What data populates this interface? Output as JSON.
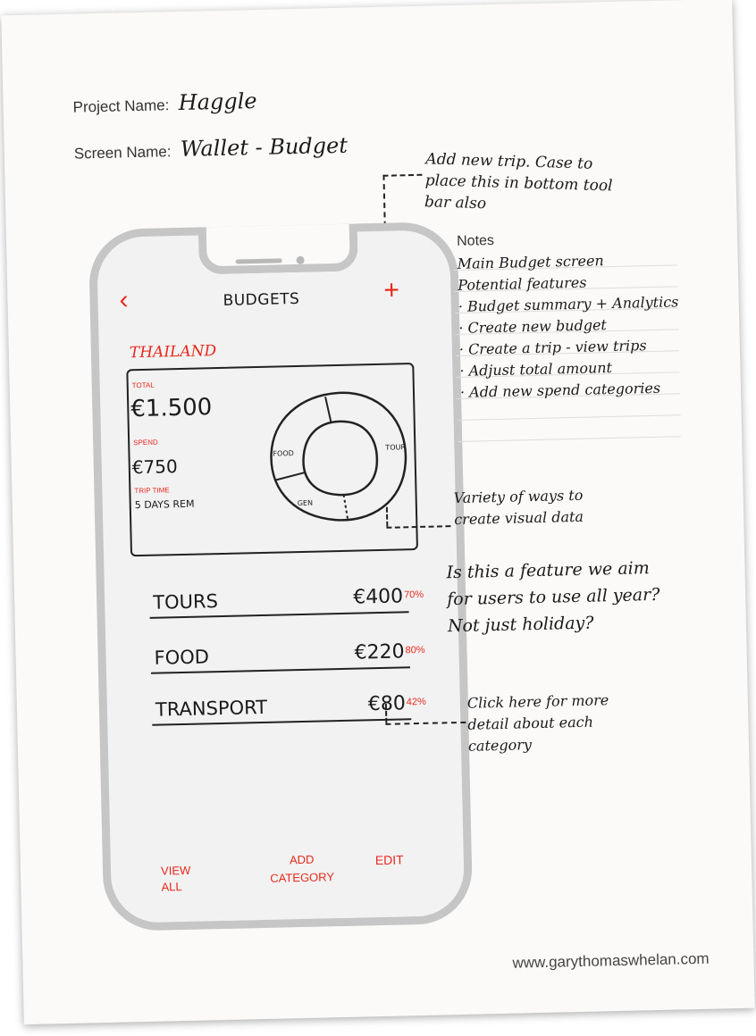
{
  "project": {
    "name_label": "Project Name:",
    "name_value": "Haggle"
  },
  "screen": {
    "name_label": "Screen Name:",
    "name_value": "Wallet - Budget"
  },
  "header": {
    "back_icon": "chevron-left-icon",
    "title": "BUDGETS",
    "add_icon": "plus-icon"
  },
  "trip": {
    "title": "THAILAND",
    "total_label": "TOTAL",
    "total_value": "€1.500",
    "spend_label": "SPEND",
    "spend_value": "€750",
    "trip_time_label": "TRIP TIME",
    "trip_time_value": "5 DAYS REM"
  },
  "donut": {
    "segments": [
      "FOOD",
      "TOUR",
      "GEN"
    ]
  },
  "categories": [
    {
      "name": "TOURS",
      "amount": "€400",
      "percent": "70%"
    },
    {
      "name": "FOOD",
      "amount": "€220",
      "percent": "80%"
    },
    {
      "name": "TRANSPORT",
      "amount": "€80",
      "percent": "42%"
    }
  ],
  "toolbar": {
    "view_all_line1": "VIEW",
    "view_all_line2": "ALL",
    "add_line1": "ADD",
    "add_line2": "CATEGORY",
    "edit": "EDIT"
  },
  "annotations": {
    "add_trip": [
      "Add new trip. Case to",
      "place this in bottom tool",
      "bar also"
    ],
    "visual_data": [
      "Variety of ways to",
      "create visual data"
    ],
    "feature_question": [
      "Is this a feature we aim",
      "for users to use all year?",
      "Not just holiday?"
    ],
    "click_here": [
      "Click here for more",
      "detail about each",
      "category"
    ]
  },
  "notes": {
    "heading": "Notes",
    "lines": [
      "Main Budget screen",
      "Potential features",
      "· Budget summary + Analytics",
      "· Create new budget",
      "· Create a trip - view trips",
      "· Adjust total amount",
      "· Add new spend categories"
    ]
  },
  "footer": {
    "website": "www.garythomaswhelan.com"
  },
  "colors": {
    "accent_red": "#e8281c",
    "ink": "#1a1a1a",
    "phone_frame": "#c6c6c6"
  }
}
